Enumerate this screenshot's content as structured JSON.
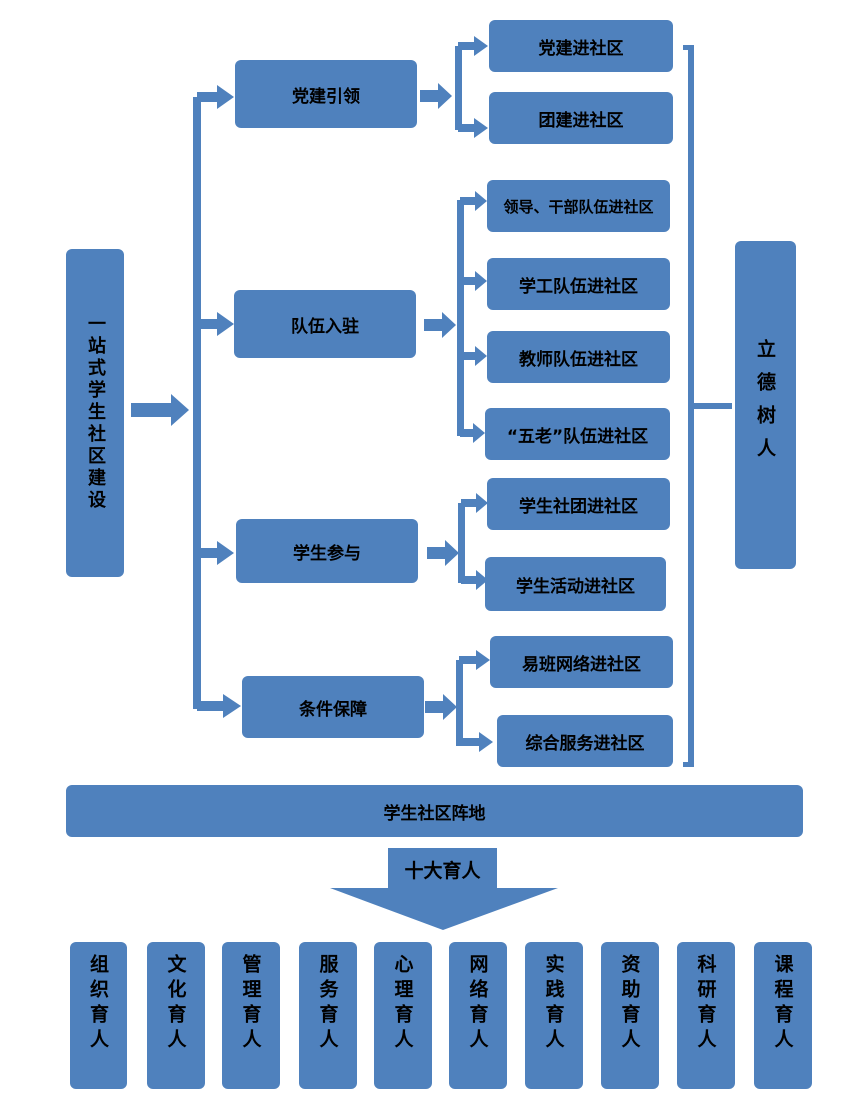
{
  "root": "一站式学生社区建设",
  "goal": "立德树人",
  "categories": [
    {
      "label": "党建引领",
      "items": [
        "党建进社区",
        "团建进社区"
      ]
    },
    {
      "label": "队伍入驻",
      "items": [
        "领导、干部队伍进社区",
        "学工队伍进社区",
        "教师队伍进社区",
        "“五老”队伍进社区"
      ]
    },
    {
      "label": "学生参与",
      "items": [
        "学生社团进社区",
        "学生活动进社区"
      ]
    },
    {
      "label": "条件保障",
      "items": [
        "易班网络进社区",
        "综合服务进社区"
      ]
    }
  ],
  "base": "学生社区阵地",
  "arrow_label": "十大育人",
  "ten_items": [
    "组织育人",
    "文化育人",
    "管理育人",
    "服务育人",
    "心理育人",
    "网络育人",
    "实践育人",
    "资助育人",
    "科研育人",
    "课程育人"
  ],
  "colors": {
    "box": "#4f81bd",
    "text": "#000000",
    "background": "#ffffff"
  }
}
